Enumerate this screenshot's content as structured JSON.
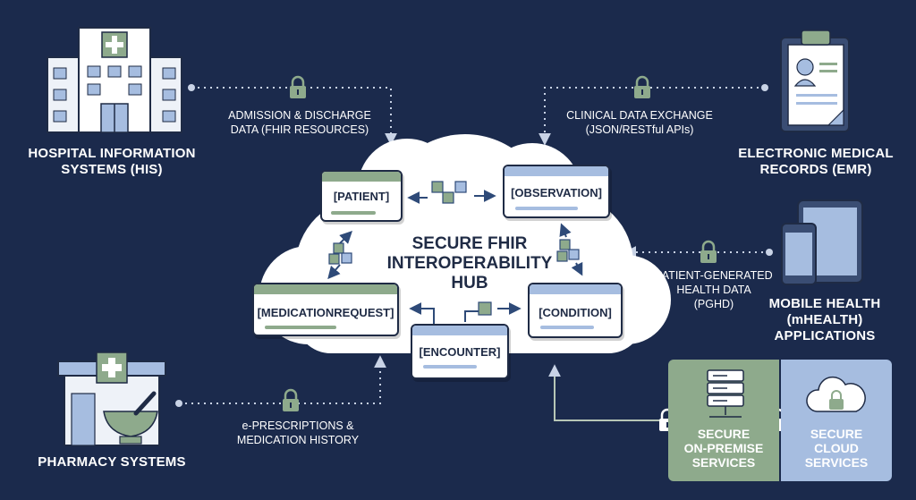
{
  "hub": {
    "title_lines": [
      "SECURE FHIR",
      "INTEROPERABILITY",
      "HUB"
    ]
  },
  "resources": {
    "patient": "[PATIENT]",
    "observation": "[OBSERVATION]",
    "medication_request": "[MEDICATIONREQUEST]",
    "condition": "[CONDITION]",
    "encounter": "[ENCOUNTER]"
  },
  "systems": {
    "his": [
      "HOSPITAL INFORMATION",
      "SYSTEMS (HIS)"
    ],
    "emr": [
      "ELECTRONIC MEDICAL",
      "RECORDS (EMR)"
    ],
    "mhealth": [
      "MOBILE HEALTH",
      "(mHEALTH)",
      "APPLICATIONS"
    ],
    "pharmacy": [
      "PHARMACY SYSTEMS"
    ]
  },
  "flows": {
    "his": [
      "ADMISSION & DISCHARGE",
      "DATA (FHIR RESOURCES)"
    ],
    "emr": [
      "CLINICAL DATA EXCHANGE",
      "(JSON/RESTful APIs)"
    ],
    "mhealth": [
      "PATIENT-GENERATED",
      "HEALTH DATA",
      "(PGHD)"
    ],
    "pharmacy": [
      "e-PRESCRIPTIONS &",
      "MEDICATION HISTORY"
    ]
  },
  "services": {
    "on_premise": [
      "SECURE",
      "ON-PREMISE",
      "SERVICES"
    ],
    "cloud": [
      "SECURE",
      "CLOUD",
      "SERVICES"
    ]
  },
  "colors": {
    "background": "#1b2a4c",
    "green": "#8eaa8c",
    "blue": "#a6bde0",
    "ink": "#1f2b45"
  },
  "icons": [
    "hospital-icon",
    "clipboard-icon",
    "mobile-devices-icon",
    "pharmacy-icon",
    "server-icon",
    "cloud-lock-icon",
    "lock-icon",
    "cube-icon"
  ]
}
